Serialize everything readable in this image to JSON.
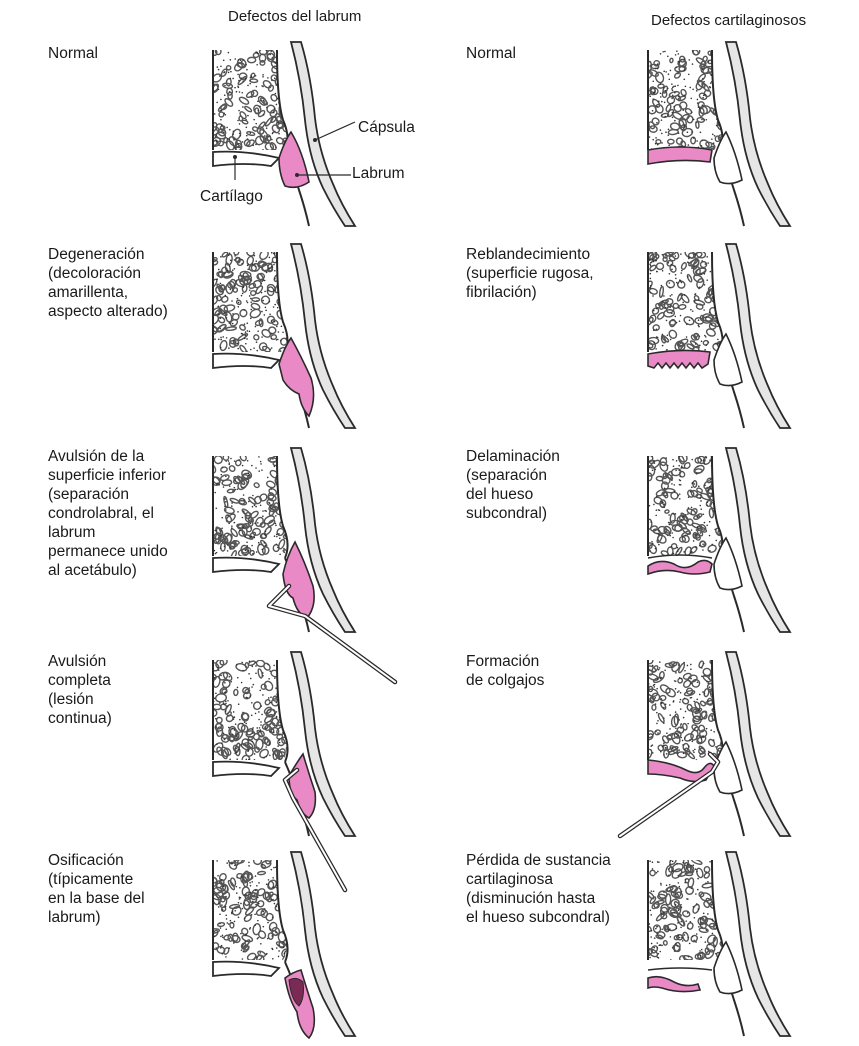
{
  "titles": {
    "labrum": "Defectos del labrum",
    "cartilage": "Defectos cartilaginosos"
  },
  "callouts": {
    "capsule": "Cápsula",
    "labrum": "Labrum",
    "cartilage": "Cartílago"
  },
  "colors": {
    "pink": "#e98ac6",
    "bone_outline": "#2a2a2a",
    "capsule_fill": "#e6e6e6"
  },
  "labrum_defects": [
    {
      "label": "Normal"
    },
    {
      "label": "Degeneración\n(decoloración\namarillenta,\naspecto alterado)"
    },
    {
      "label": "Avulsión de la\nsuperficie inferior\n(separación\ncondrolabral, el\nlabrum\npermanece unido\nal acetábulo)"
    },
    {
      "label": "Avulsión\ncompleta\n(lesión\ncontinua)"
    },
    {
      "label": "Osificación\n(típicamente\nen la base del\nlabrum)"
    }
  ],
  "cartilage_defects": [
    {
      "label": "Normal"
    },
    {
      "label": "Reblandecimiento\n(superficie rugosa,\nfibrilación)"
    },
    {
      "label": "Delaminación\n(separación\ndel hueso\nsubcondral)"
    },
    {
      "label": "Formación\nde colgajos"
    },
    {
      "label": "Pérdida de sustancia\ncartilaginosa\n(disminución hasta\nel hueso subcondral)"
    }
  ]
}
